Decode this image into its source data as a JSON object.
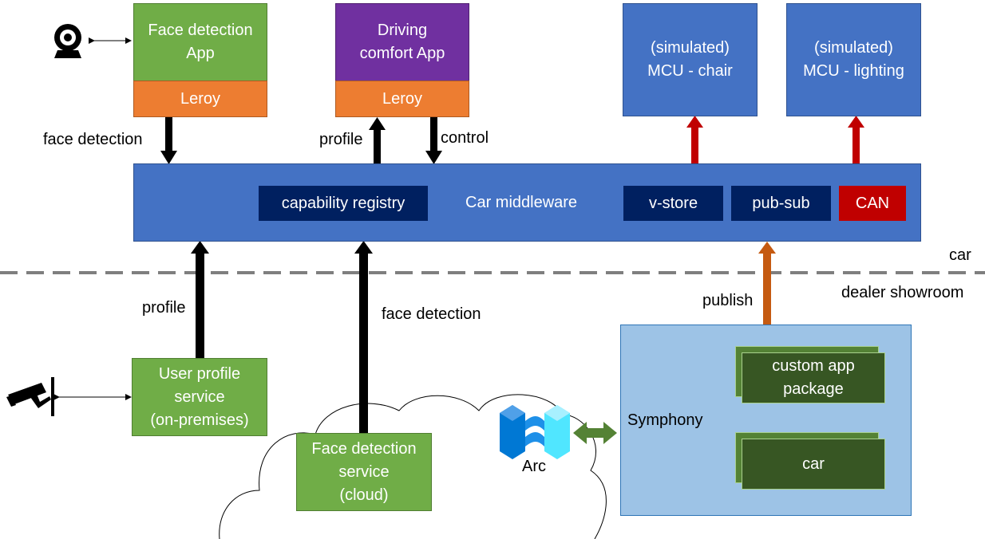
{
  "apps": {
    "face_detection_app": "Face detection\nApp",
    "driving_comfort_app": "Driving\ncomfort App",
    "leroy_1": "Leroy",
    "leroy_2": "Leroy"
  },
  "mcus": {
    "chair": "(simulated)\nMCU - chair",
    "lighting": "(simulated)\nMCU - lighting"
  },
  "middleware": {
    "title": "Car middleware",
    "capability_registry": "capability registry",
    "v_store": "v-store",
    "pub_sub": "pub-sub",
    "can": "CAN"
  },
  "labels": {
    "face_detection_top": "face detection",
    "profile_top": "profile",
    "control": "control",
    "car_zone": "car",
    "dealer_zone": "dealer showroom",
    "profile_bottom": "profile",
    "face_detection_bottom": "face detection",
    "publish": "publish",
    "arc": "Arc",
    "symphony": "Symphony"
  },
  "services": {
    "user_profile": "User profile\nservice\n(on-premises)",
    "face_detection_cloud": "Face detection\nservice\n(cloud)"
  },
  "symphony": {
    "custom_app_package": "custom app\npackage",
    "car": "car"
  },
  "icons": {
    "webcam": "webcam-icon",
    "security_camera": "security-camera-icon",
    "arc": "azure-arc-icon",
    "cloud": "cloud-shape"
  },
  "colors": {
    "app_green": "#70ad47",
    "purple": "#7030a0",
    "orange": "#ed7d31",
    "blue": "#4472c4",
    "navy": "#002060",
    "red": "#c00000",
    "dark_green": "#375623",
    "light_blue": "#9dc3e6",
    "arrow_orange": "#c55a11",
    "arrow_green": "#548235"
  }
}
